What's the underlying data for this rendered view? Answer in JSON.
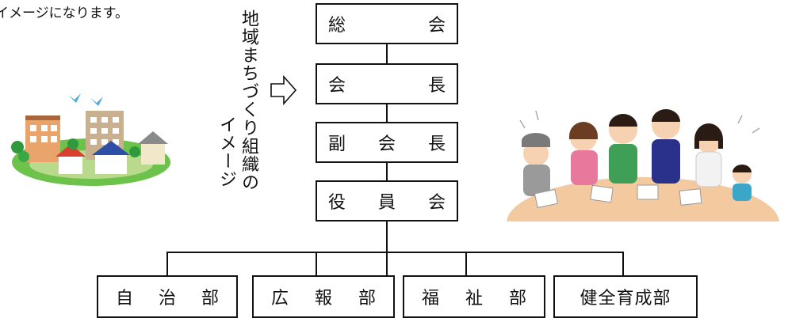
{
  "intro_text": "イメージになります。",
  "side_title": {
    "line1": "地域まちづくり組織の",
    "line2": "イメージ"
  },
  "org_chart": {
    "general_assembly": [
      "総",
      "会"
    ],
    "chairperson": [
      "会",
      "長"
    ],
    "vice_chairperson": [
      "副",
      "会",
      "長"
    ],
    "board": [
      "役",
      "員",
      "会"
    ],
    "departments": [
      [
        "自",
        "治",
        "部"
      ],
      [
        "広",
        "報",
        "部"
      ],
      [
        "福",
        "祉",
        "部"
      ],
      [
        "健全育成部"
      ]
    ]
  },
  "illustrations": {
    "left": "town-with-birds",
    "right": "community-meeting-people"
  },
  "colors": {
    "line": "#111111",
    "grass": "#6cc24a",
    "table": "#f3c9a0"
  }
}
